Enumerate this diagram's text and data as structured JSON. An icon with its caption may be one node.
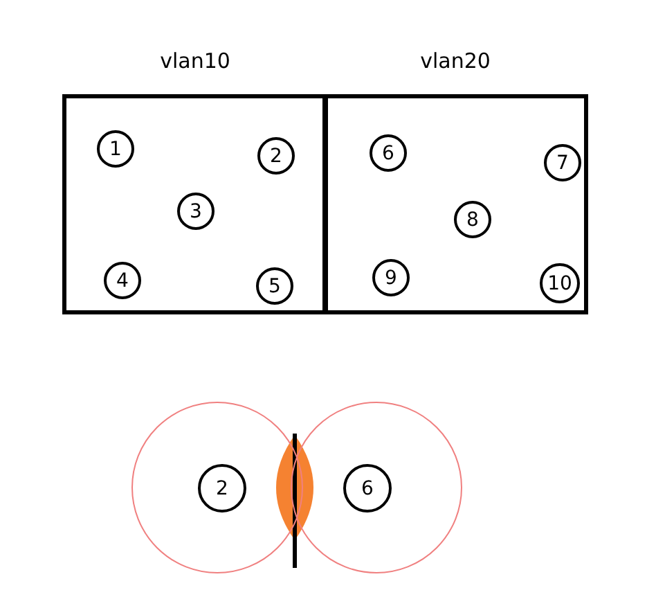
{
  "diagram": {
    "nodes": [
      {
        "text": [
          "vlan10"
        ]
      },
      {
        "text": [
          "1"
        ],
        "in": 0
      },
      {
        "text": [
          "2"
        ],
        "in": 0
      },
      {
        "text": [
          "3"
        ],
        "in": 0
      },
      {
        "text": [
          "4"
        ],
        "in": 0
      },
      {
        "text": [
          "5"
        ],
        "in": 0
      },
      {
        "text": [
          "vlan20"
        ]
      },
      {
        "text": [
          "6"
        ],
        "in": 6
      },
      {
        "text": [
          "7"
        ],
        "in": 6
      },
      {
        "text": [
          "8"
        ],
        "in": 6
      },
      {
        "text": [
          "9"
        ],
        "in": 6
      },
      {
        "text": [
          "10"
        ],
        "in": 6
      },
      {
        "text": [],
        "shape": "circle"
      },
      {
        "text": [],
        "shape": "circle"
      },
      {
        "text": [
          "2"
        ],
        "in": 12
      },
      {
        "text": [
          "6"
        ],
        "in": 13
      }
    ],
    "edges": []
  }
}
